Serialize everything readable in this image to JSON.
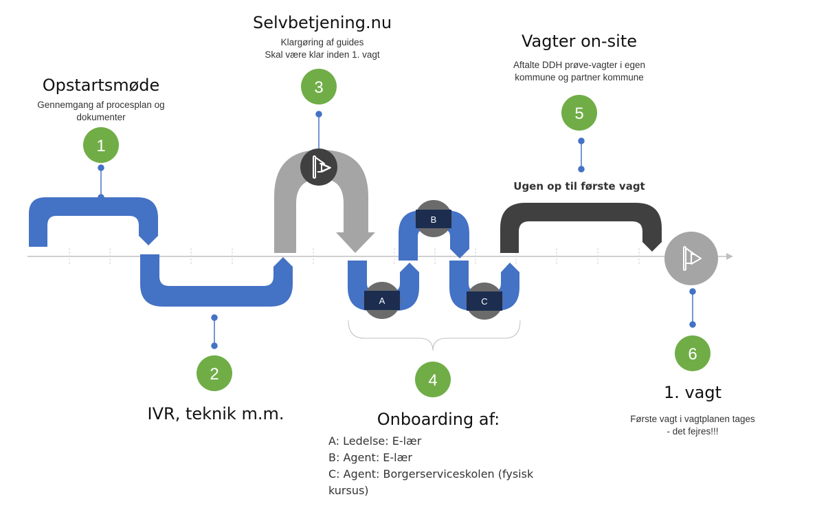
{
  "colors": {
    "blue": "#4472C4",
    "gray_path": "#A5A5A5",
    "dark_path": "#404040",
    "milestone_green": "#70AD47",
    "onboard_circle_outer": "#6B6B6B",
    "onboard_circle_inner": "#1C2D50",
    "axis": "#BFBFBF",
    "connector": "#4472C4"
  },
  "milestones": [
    {
      "number": "1",
      "title": "Opstartsmøde",
      "description_lines": [
        "Gennemgang af procesplan og",
        "dokumenter"
      ]
    },
    {
      "number": "2",
      "title": "IVR, teknik m.m.",
      "description_lines": []
    },
    {
      "number": "3",
      "title": "Selvbetjening.nu",
      "description_lines": [
        "Klargøring af guides",
        "Skal være klar inden 1. vagt"
      ]
    },
    {
      "number": "4",
      "title": "Onboarding af:",
      "description_lines": [
        "A: Ledelse: E-lær",
        "B: Agent: E-lær",
        "C: Agent: Borgerserviceskolen (fysisk kursus)"
      ]
    },
    {
      "number": "5",
      "title": "Vagter on-site",
      "description_lines": [
        "Aftalte DDH prøve-vagter i egen",
        "kommune og partner kommune"
      ],
      "period_label": "Ugen op til første vagt"
    },
    {
      "number": "6",
      "title": "1. vagt",
      "description_lines": [
        "Første vagt i vagtplanen tages",
        "- det fejres!!!"
      ]
    }
  ],
  "onboarding_steps": [
    {
      "letter": "A"
    },
    {
      "letter": "B"
    },
    {
      "letter": "C"
    }
  ],
  "icons": {
    "checkpoint_flag": "flag-icon",
    "finish_flag": "flag-icon"
  }
}
